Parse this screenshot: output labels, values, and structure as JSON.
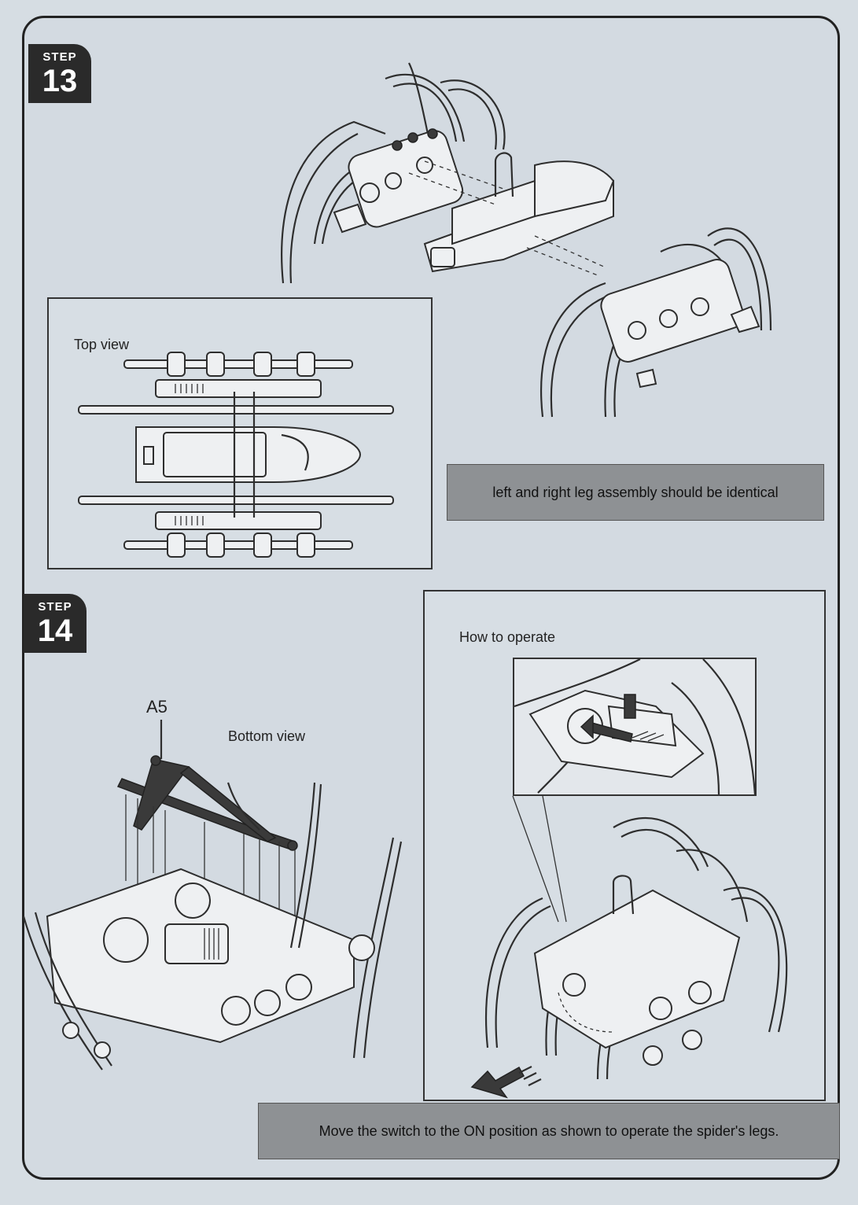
{
  "step13": {
    "word": "STEP",
    "number": "13",
    "top_view_label": "Top view",
    "caption": "left and right leg assembly should be identical"
  },
  "step14": {
    "word": "STEP",
    "number": "14",
    "part_label": "A5",
    "bottom_view_label": "Bottom view",
    "operate_label": "How to operate",
    "caption": "Move the switch to the ON position as shown to operate the spider's legs."
  }
}
